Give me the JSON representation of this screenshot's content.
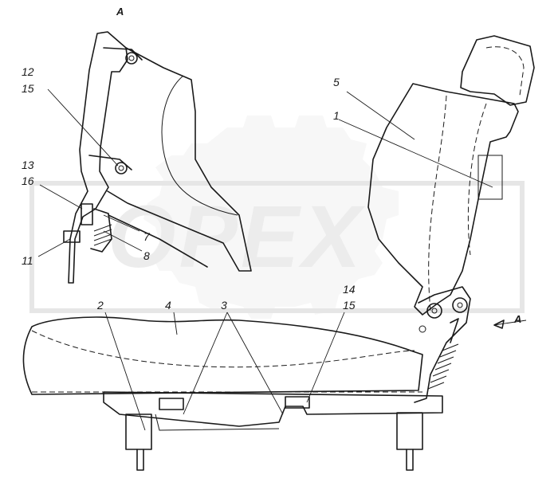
{
  "view_marker_top": "A",
  "view_marker_right": "A",
  "watermark": "OPEX",
  "callouts": {
    "c1": "1",
    "c2": "2",
    "c3": "3",
    "c4": "4",
    "c5": "5",
    "c7": "7",
    "c8": "8",
    "c11": "11",
    "c12": "12",
    "c13": "13",
    "c14": "14",
    "c15a": "15",
    "c15b": "15",
    "c16": "16"
  }
}
